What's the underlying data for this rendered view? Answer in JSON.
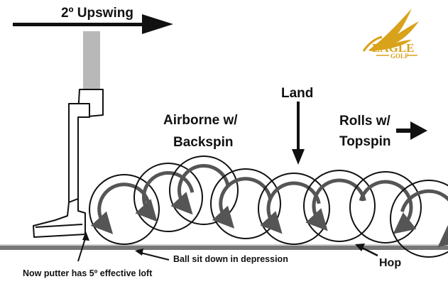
{
  "labels": {
    "upswing": "2º Upswing",
    "airborne_line1": "Airborne w/",
    "airborne_line2": "Backspin",
    "land": "Land",
    "rolls_line1": "Rolls w/",
    "rolls_line2": "Topspin",
    "depression": "Ball sit down in depression",
    "effective_loft": "Now putter has 5º effective loft",
    "hop": "Hop"
  },
  "logo": {
    "word": "EAGLE",
    "sub": "GOLF"
  },
  "colors": {
    "logo_gold": "#d9a21b",
    "arrow": "#555555",
    "ground": "#777777",
    "shaft": "#b8b8b8",
    "ink": "#111111"
  },
  "balls": [
    {
      "spin": "backspin"
    },
    {
      "spin": "backspin"
    },
    {
      "spin": "backspin"
    },
    {
      "spin": "backspin"
    },
    {
      "spin": "backspin"
    },
    {
      "spin": "backspin"
    },
    {
      "spin": "topspin"
    },
    {
      "spin": "topspin"
    }
  ]
}
